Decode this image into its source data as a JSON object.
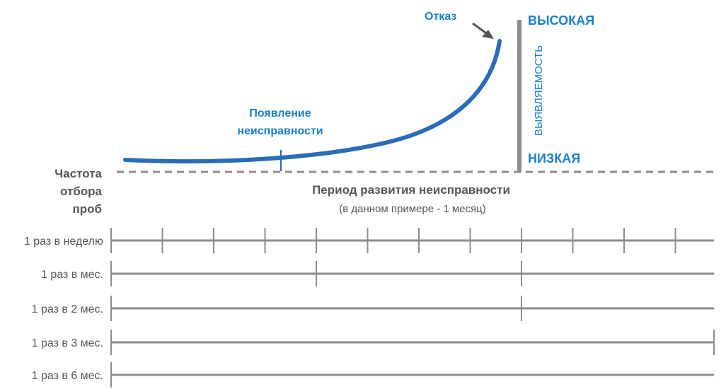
{
  "labels": {
    "failure": "Отказ",
    "fault_appearance_line1": "Появление",
    "fault_appearance_line2": "неисправности",
    "high": "ВЫСОКАЯ",
    "low": "НИЗКАЯ",
    "detectability": "ВЫЯВЛЯЕМОСТЬ",
    "sampling_line1": "Частота",
    "sampling_line2": "отбора",
    "sampling_line3": "проб",
    "period_title": "Период развития неисправности",
    "period_subtitle": "(в данном примере - 1 месяц)"
  },
  "timelines": [
    {
      "label": "1 раз в неделю",
      "ticks": [
        0,
        0.25,
        0.5,
        0.75,
        1,
        1.25,
        1.5,
        1.75,
        2,
        2.25,
        2.5,
        2.75
      ]
    },
    {
      "label": "1 раз в мес.",
      "ticks": [
        0,
        1,
        2
      ]
    },
    {
      "label": "1 раз в 2 мес.",
      "ticks": [
        0,
        2
      ]
    },
    {
      "label": "1 раз в 3 мес.",
      "ticks": [
        0,
        3
      ]
    },
    {
      "label": "1 раз в 6 мес.",
      "ticks": [
        0
      ]
    }
  ],
  "colors": {
    "accent_blue": "#1a7fd1",
    "curve_blue": "#2a6cb6",
    "line_gray": "#8c8c8c",
    "text_gray": "#555555"
  }
}
